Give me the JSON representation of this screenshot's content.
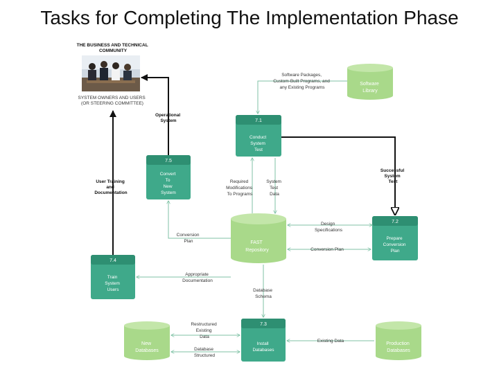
{
  "title": "Tasks for Completing The Implementation Phase",
  "community": {
    "heading": [
      "THE BUSINESS AND TECHNICAL",
      "COMMUNITY"
    ],
    "caption": [
      "SYSTEM OWNERS AND USERS",
      "(OR STEERING COMMITTEE)"
    ]
  },
  "processes": [
    {
      "num": "7.1",
      "lines": [
        "Conduct",
        "System",
        "Test"
      ]
    },
    {
      "num": "7.2",
      "lines": [
        "Prepare",
        "Conversion",
        "Plan"
      ]
    },
    {
      "num": "7.3",
      "lines": [
        "Install",
        "Databases"
      ]
    },
    {
      "num": "7.4",
      "lines": [
        "Train",
        "System",
        "Users"
      ]
    },
    {
      "num": "7.5",
      "lines": [
        "Convert",
        "To",
        "New",
        "System"
      ]
    }
  ],
  "stores": {
    "software": [
      "Software",
      "Library"
    ],
    "fast": [
      "FAST",
      "Repository"
    ],
    "newdb": [
      "New",
      "Databases"
    ],
    "proddb": [
      "Production",
      "Databases"
    ]
  },
  "flows": {
    "operational": [
      "Operational",
      "System"
    ],
    "software_packages": [
      "Software Packages,",
      "Custom-Built Programs, and",
      "any Existing Programs"
    ],
    "successful": [
      "Successful",
      "System",
      "Test"
    ],
    "user_training": [
      "User Training",
      "and",
      "Documentation"
    ],
    "required_mods": [
      "Required",
      "Modifications",
      "To Programs"
    ],
    "system_test_data": [
      "System",
      "Test",
      "Data"
    ],
    "design_specs": [
      "Design",
      "Specifications"
    ],
    "conversion_plan_right": [
      "Conversion Plan"
    ],
    "conversion_plan_left": [
      "Conversion",
      "Plan"
    ],
    "appropriate_doc": [
      "Appropriate",
      "Documentation"
    ],
    "database_schema": [
      "Database",
      "Schema"
    ],
    "restructured": [
      "Restructured",
      "Existing",
      "Data"
    ],
    "database_structured": [
      "Database",
      "Structured"
    ],
    "existing_data": [
      "Existing Data"
    ]
  },
  "colors": {
    "process_box": "#3fa98a",
    "process_header": "#2e8f72",
    "store": "#a9d98a",
    "store_top": "#c3e6a9",
    "flow_line": "#7fc2a5",
    "control_line": "#111111"
  }
}
